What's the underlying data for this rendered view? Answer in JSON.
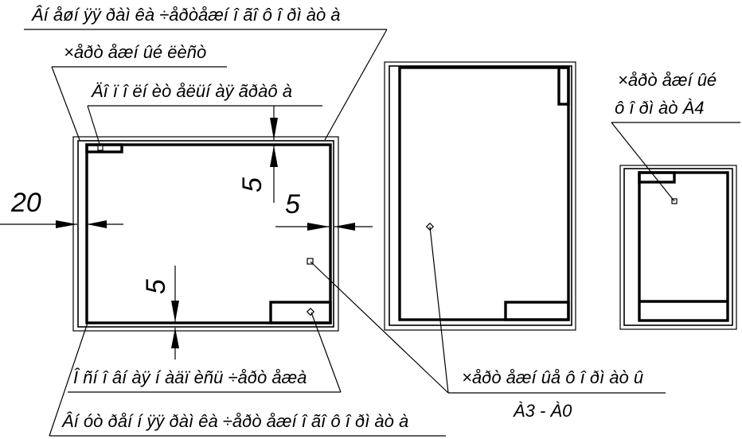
{
  "labels": {
    "outer_frame": "Âí åøí ÿÿ ðàì êà ÷åðòåæí î ãî  ô î ðì àò à",
    "title_block_small": "×åðò åæí ûé ëèñò",
    "additional_column": "Äî ï î ëí èò åëüí àÿ ãðàô à",
    "main_inscription": "Î ñí î âí àÿ í àäï èñü ÷åðò åæà",
    "inner_frame": "Âí óò ðåí í ÿÿ ðàì êà ÷åðò åæí î ãî  ô î ðì àò à",
    "formats_caption": "×åðò åæí ûå ô î ðì àò û",
    "formats_range": "À3 - À0",
    "a4_line1": "×åðò åæí ûé",
    "a4_line2": "ô î ðì àò  À4"
  },
  "dimensions": {
    "left_margin": "20",
    "top_margin": "5",
    "right_margin": "5",
    "bottom_margin": "5"
  }
}
